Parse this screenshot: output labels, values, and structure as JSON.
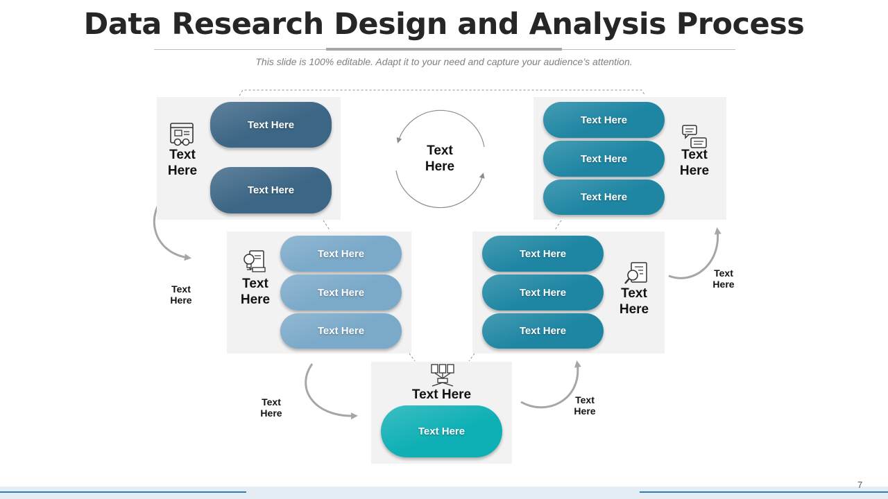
{
  "slide": {
    "title": "Data Research Design and Analysis Process",
    "subtitle": "This slide is 100% editable. Adapt it to your need and capture your audience’s attention.",
    "page_number": "7"
  },
  "center": {
    "label_line1": "Text",
    "label_line2": "Here"
  },
  "panels": {
    "top_left": {
      "label_line1": "Text",
      "label_line2": "Here",
      "icon": "web-analytics-icon",
      "pills": [
        "Text Here",
        "Text Here"
      ],
      "color": "#3c6685"
    },
    "top_right": {
      "label_line1": "Text",
      "label_line2": "Here",
      "icon": "chat-bubbles-icon",
      "pills": [
        "Text Here",
        "Text Here",
        "Text Here"
      ],
      "color": "#1e86a3"
    },
    "mid_left": {
      "label_line1": "Text",
      "label_line2": "Here",
      "icon": "idea-document-icon",
      "pills": [
        "Text Here",
        "Text Here",
        "Text Here"
      ],
      "color": "#7aa9c9"
    },
    "mid_right": {
      "label_line1": "Text",
      "label_line2": "Here",
      "icon": "document-search-icon",
      "pills": [
        "Text Here",
        "Text Here",
        "Text Here"
      ],
      "color": "#1e86a3"
    },
    "bottom": {
      "label": "Text Here",
      "icon": "data-network-icon",
      "pills": [
        "Text Here"
      ],
      "color": "#0fb0b5"
    }
  },
  "side_labels": {
    "left_upper": {
      "line1": "Text",
      "line2": "Here"
    },
    "left_lower": {
      "line1": "Text",
      "line2": "Here"
    },
    "right_upper": {
      "line1": "Text",
      "line2": "Here"
    },
    "right_lower": {
      "line1": "Text",
      "line2": "Here"
    }
  }
}
